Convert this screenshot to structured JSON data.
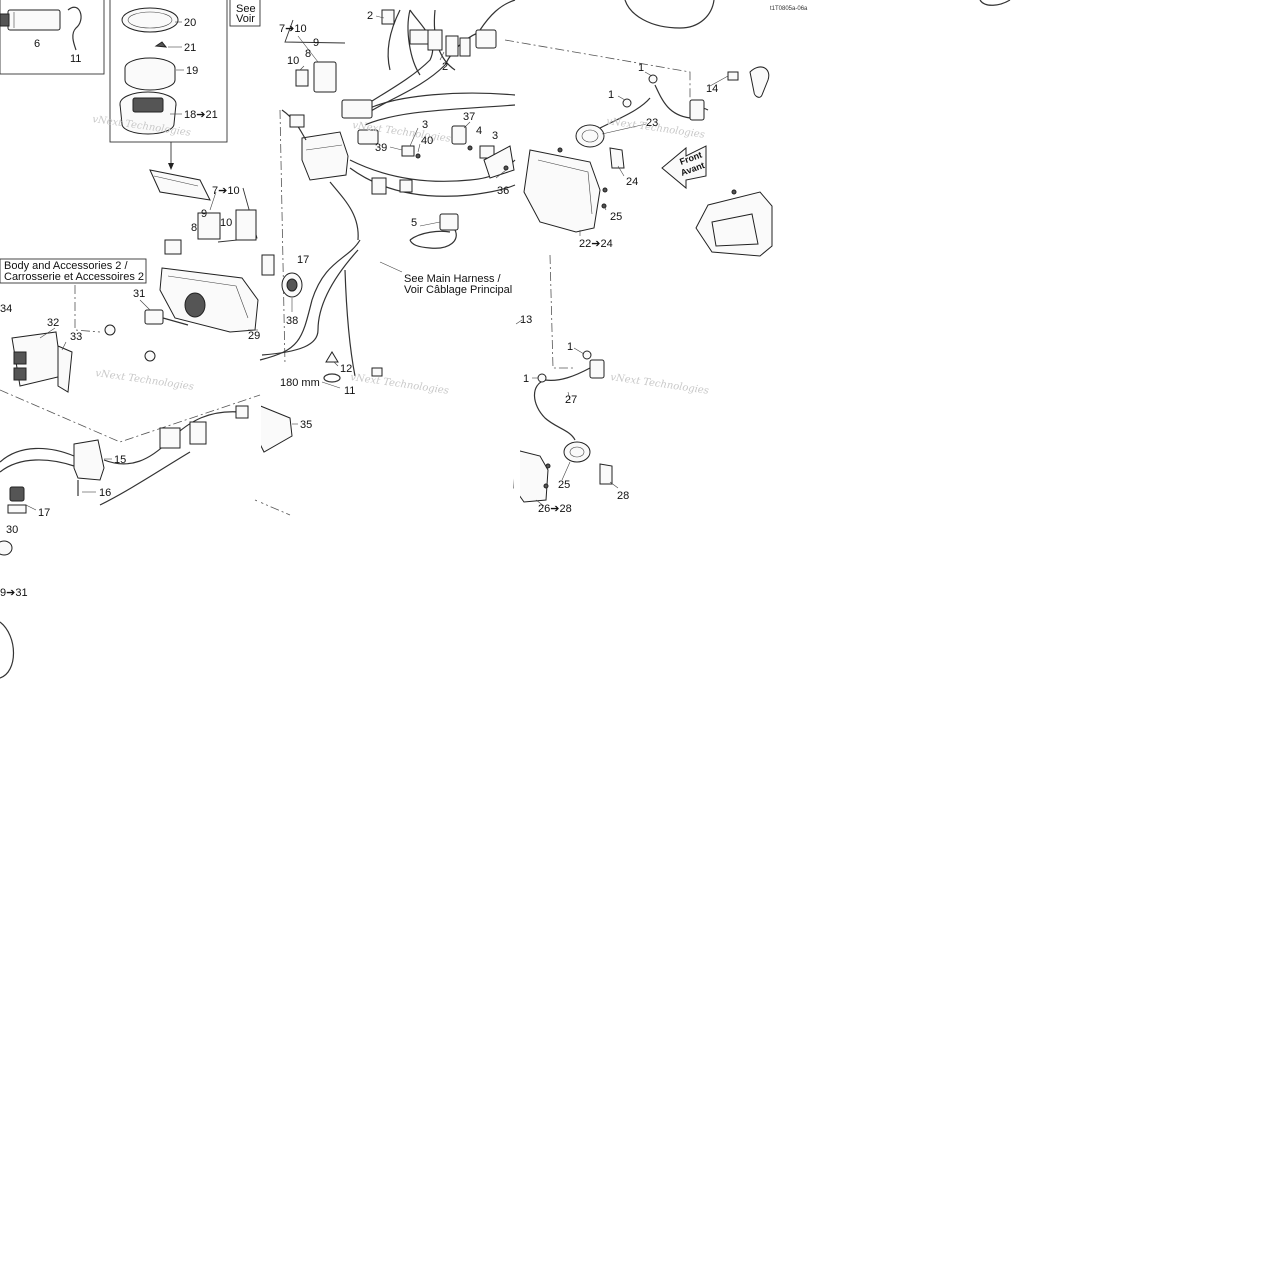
{
  "diagram": {
    "reference_code": "t1T0805a-06a",
    "watermark": "vNext Technologies",
    "direction_arrow": {
      "line1": "Front",
      "line2": "Avant"
    },
    "callouts": {
      "see_box_top": {
        "line1": "See",
        "line2": "Voir"
      },
      "body_accessories": {
        "line1": "Body and Accessories 2 /",
        "line2": "Carrosserie et Accessoires 2"
      },
      "main_harness": {
        "line1": "See Main Harness /",
        "line2": "Voir Câblage Principal"
      },
      "length_note": "180 mm"
    },
    "labels": {
      "l6": "6",
      "l11a": "11",
      "l20": "20",
      "l21": "21",
      "l19": "19",
      "l18_21": "18➔21",
      "l7_10a": "7➔10",
      "l9a": "9",
      "l8a": "8",
      "l10a": "10",
      "l7_10b": "7➔10",
      "l9b": "9",
      "l8b": "8",
      "l10b": "10",
      "l2a": "2",
      "l2b": "2",
      "l3a": "3",
      "l3b": "3",
      "l40": "40",
      "l39": "39",
      "l37": "37",
      "l4": "4",
      "l36": "36",
      "l5": "5",
      "l17a": "17",
      "l38": "38",
      "l31": "31",
      "l29": "29",
      "l32": "32",
      "l33": "33",
      "l34": "34",
      "l12": "12",
      "l11b": "11",
      "l13": "13",
      "l35": "35",
      "l15": "15",
      "l16": "16",
      "l17b": "17",
      "l30": "30",
      "l29_31": "9➔31",
      "l1a": "1",
      "l1b": "1",
      "l14": "14",
      "l23": "23",
      "l24a": "24",
      "l25a": "25",
      "l22_24": "22➔24",
      "l1c": "1",
      "l1d": "1",
      "l27": "27",
      "l25b": "25",
      "l28": "28",
      "l26_28": "26➔28"
    }
  }
}
